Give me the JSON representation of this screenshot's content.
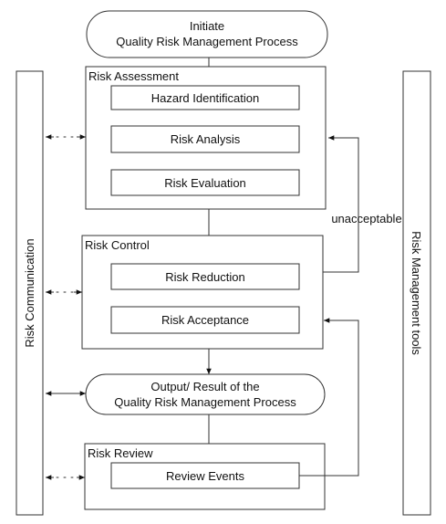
{
  "start": {
    "line1": "Initiate",
    "line2": "Quality Risk Management Process"
  },
  "assessment": {
    "title": "Risk Assessment",
    "steps": [
      "Hazard Identification",
      "Risk Analysis",
      "Risk Evaluation"
    ]
  },
  "control": {
    "title": "Risk Control",
    "steps": [
      "Risk Reduction",
      "Risk Acceptance"
    ]
  },
  "output": {
    "line1": "Output/ Result of the",
    "line2": "Quality Risk Management Process"
  },
  "review": {
    "title": "Risk Review",
    "steps": [
      "Review Events"
    ]
  },
  "feedback_label": "unacceptable",
  "left_bar": "Risk Communication",
  "right_bar": "Risk Management tools"
}
